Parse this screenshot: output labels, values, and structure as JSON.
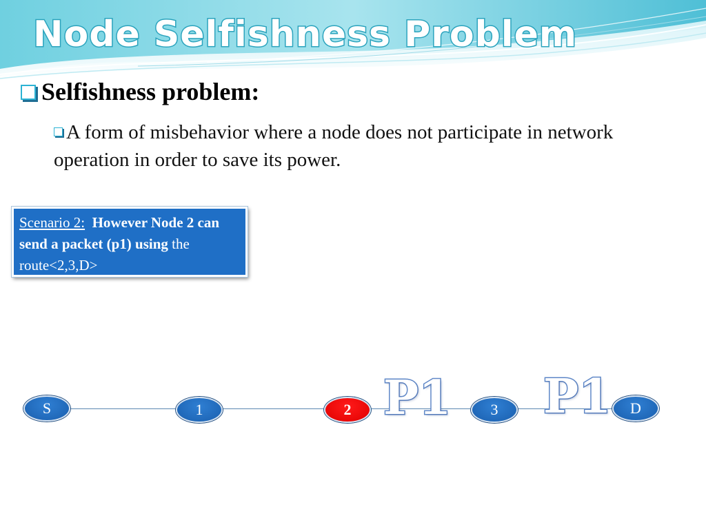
{
  "slide": {
    "title": "Node Selfishness Problem",
    "heading": "Selfishness problem:",
    "definition": "A form of misbehavior  where a node does not participate in network operation in order to save its power."
  },
  "scenario": {
    "label": "Scenario 2:",
    "bold_text": "However Node 2  can  send a packet (p1) using",
    "normal_text": "the route<2,3,D>"
  },
  "network": {
    "nodes": {
      "s": "S",
      "n1": "1",
      "n2": "2",
      "n3": "3",
      "d": "D"
    },
    "packet_labels": {
      "first": "P1",
      "second": "P1"
    },
    "highlight_color": "#ff0000",
    "node_color": "#1f6fc6"
  },
  "theme": {
    "accent": "#2aa3bd",
    "header_wave": "#8fd6e3"
  }
}
